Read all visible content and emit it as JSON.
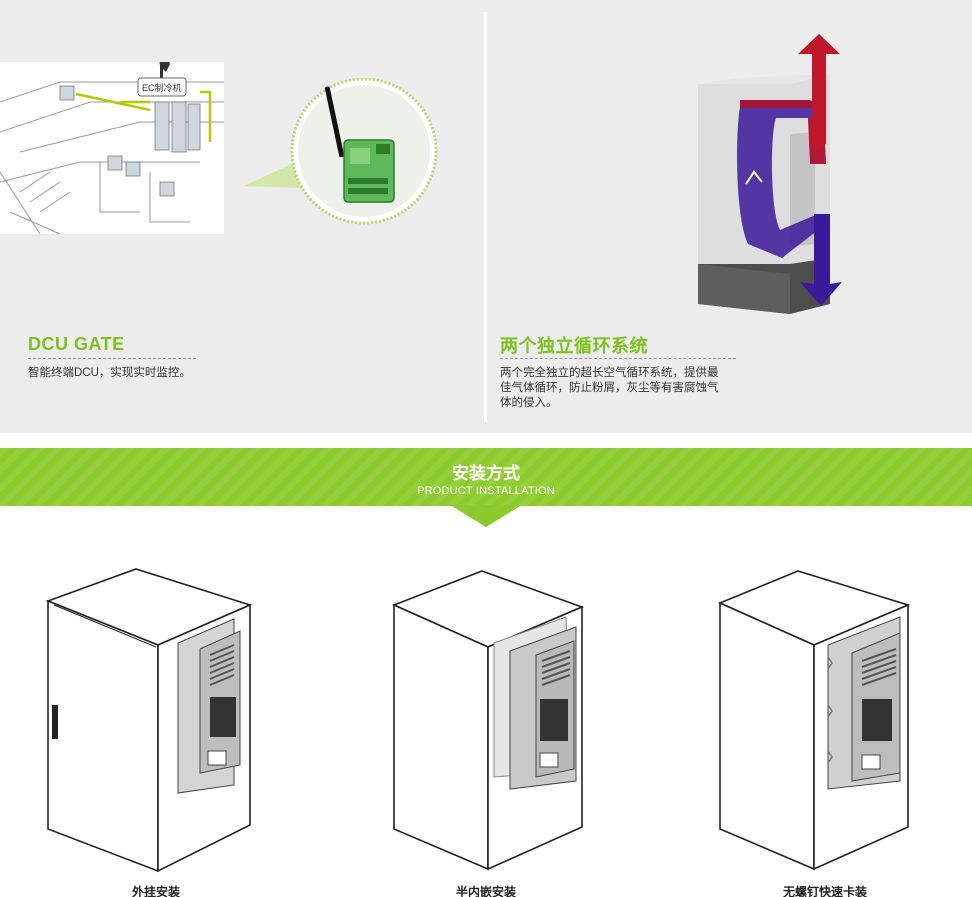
{
  "features": [
    {
      "title": "DCU GATE",
      "desc": "智能终端DCU，实现实时监控。",
      "diagram_label": "EC制冷机"
    },
    {
      "title": "两个独立循环系统",
      "desc_lines": [
        "两个完全独立的超长空气循环系统，提供最",
        "佳气体循环，防止粉屑，灰尘等有害腐蚀气",
        "体的侵入。"
      ]
    }
  ],
  "section": {
    "title": "安装方式",
    "subtitle": "PRODUCT INSTALLATION"
  },
  "installations": [
    {
      "label": "外挂安装"
    },
    {
      "label": "半内嵌安装"
    },
    {
      "label": "无螺钉快速卡装"
    }
  ],
  "colors": {
    "accent_green": "#7cc21f",
    "band_green": "#8ccb2c",
    "hot_air": "#c0182a",
    "cold_air": "#3a1a9a"
  }
}
